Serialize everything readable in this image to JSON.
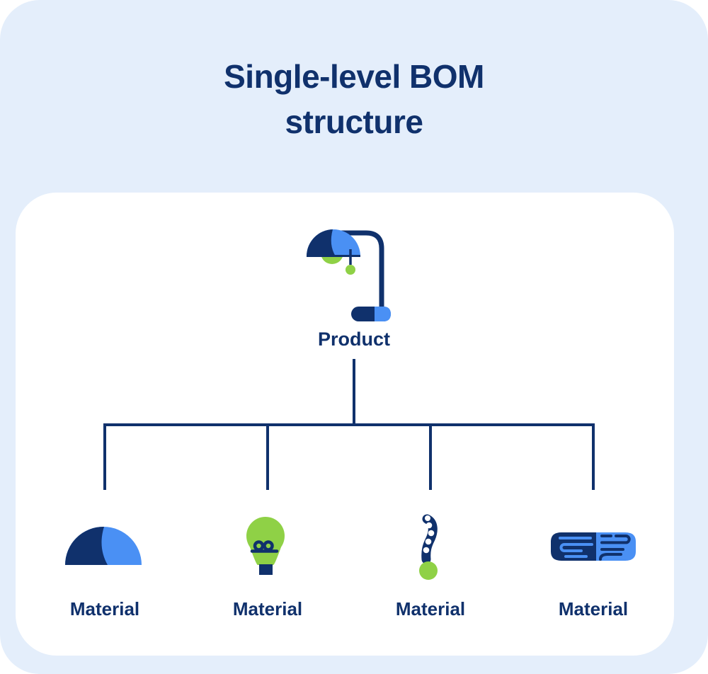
{
  "title": {
    "line1": "Single-level BOM",
    "line2": "structure"
  },
  "colors": {
    "background": "#e4eefb",
    "card": "#ffffff",
    "navy": "#10316c",
    "blue": "#4a90f4",
    "green": "#8fd146",
    "line": "#10316c"
  },
  "tree": {
    "product": {
      "label": "Product",
      "icon": "desk-lamp-icon"
    },
    "materials": [
      {
        "label": "Material",
        "icon": "lamp-shade-icon"
      },
      {
        "label": "Material",
        "icon": "light-bulb-icon"
      },
      {
        "label": "Material",
        "icon": "pull-chain-icon"
      },
      {
        "label": "Material",
        "icon": "cable-icon"
      }
    ]
  }
}
